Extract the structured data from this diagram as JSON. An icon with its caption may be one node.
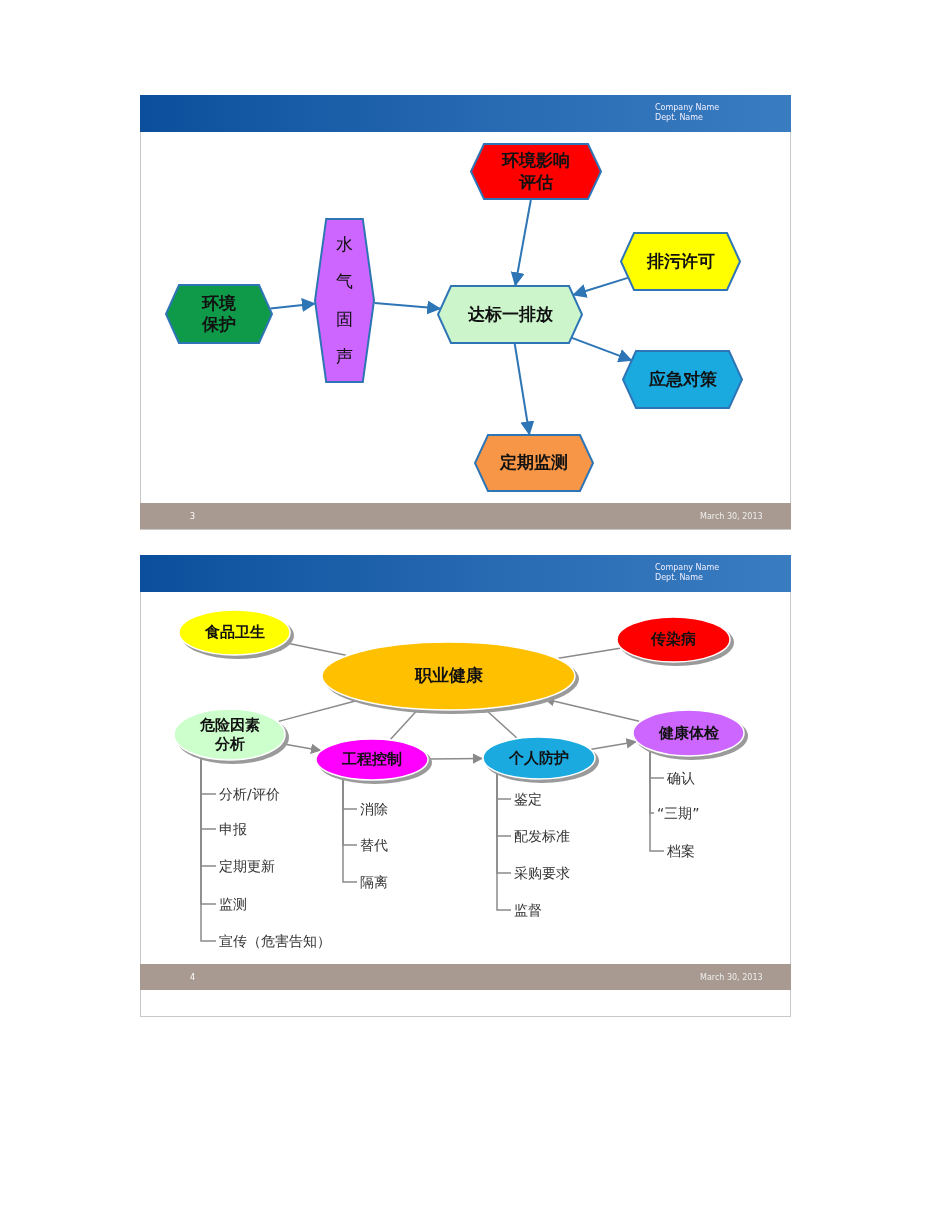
{
  "diagram": {
    "nodes": [
      {
        "text": [
          "环境保护"
        ]
      },
      {
        "text": [
          "水气固声"
        ]
      },
      {
        "text": [
          "达标一排放"
        ]
      },
      {
        "text": [
          "环境影响评估"
        ]
      },
      {
        "text": [
          "排污许可"
        ]
      },
      {
        "text": [
          "应急对策"
        ]
      },
      {
        "text": [
          "定期监测"
        ]
      },
      {
        "text": [
          "职业健康"
        ]
      },
      {
        "text": [
          "食品卫生"
        ]
      },
      {
        "text": [
          "传染病"
        ]
      },
      {
        "text": [
          "危险因素分析"
        ]
      },
      {
        "text": [
          "工程控制"
        ]
      },
      {
        "text": [
          "个人防护"
        ]
      },
      {
        "text": [
          "健康体检"
        ]
      },
      {
        "text": [
          "分析/评价"
        ]
      },
      {
        "text": [
          "申报"
        ]
      },
      {
        "text": [
          "定期更新"
        ]
      },
      {
        "text": [
          "监测"
        ]
      },
      {
        "text": [
          "宣传（危害告知）"
        ]
      },
      {
        "text": [
          "消除"
        ]
      },
      {
        "text": [
          "替代"
        ]
      },
      {
        "text": [
          "隔离"
        ]
      },
      {
        "text": [
          "鉴定"
        ]
      },
      {
        "text": [
          "配发标准"
        ]
      },
      {
        "text": [
          "采购要求"
        ]
      },
      {
        "text": [
          "监督"
        ]
      },
      {
        "text": [
          "确认"
        ]
      },
      {
        "text": [
          "“三期”"
        ]
      },
      {
        "text": [
          "档案"
        ]
      }
    ],
    "edges": [
      {
        "from": 0,
        "to": 1,
        "arrow": "to",
        "color": "#2e75b6"
      },
      {
        "from": 1,
        "to": 2,
        "arrow": "to",
        "color": "#2e75b6"
      },
      {
        "from": 3,
        "to": 2,
        "arrow": "to",
        "color": "#2e75b6"
      },
      {
        "from": 4,
        "to": 2,
        "arrow": "to",
        "color": "#2e75b6"
      },
      {
        "from": 2,
        "to": 5,
        "arrow": "to",
        "color": "#2e75b6"
      },
      {
        "from": 2,
        "to": 6,
        "arrow": "to",
        "color": "#2e75b6"
      },
      {
        "from": 8,
        "to": 7,
        "arrow": "none"
      },
      {
        "from": 9,
        "to": 7,
        "arrow": "none"
      },
      {
        "from": 10,
        "to": 7,
        "arrow": "none"
      },
      {
        "from": 11,
        "to": 7,
        "arrow": "none"
      },
      {
        "from": 12,
        "to": 7,
        "arrow": "none"
      },
      {
        "from": 13,
        "to": 7,
        "arrow": "to"
      },
      {
        "from": 10,
        "to": 11,
        "arrow": "to"
      },
      {
        "from": 11,
        "to": 12,
        "arrow": "to"
      },
      {
        "from": 12,
        "to": 13,
        "arrow": "to"
      },
      {
        "from": 10,
        "to": 14,
        "arrow": "none"
      },
      {
        "from": 10,
        "to": 15,
        "arrow": "none"
      },
      {
        "from": 10,
        "to": 16,
        "arrow": "none"
      },
      {
        "from": 10,
        "to": 17,
        "arrow": "none"
      },
      {
        "from": 10,
        "to": 18,
        "arrow": "none"
      },
      {
        "from": 11,
        "to": 19,
        "arrow": "none"
      },
      {
        "from": 11,
        "to": 20,
        "arrow": "none"
      },
      {
        "from": 11,
        "to": 21,
        "arrow": "none"
      },
      {
        "from": 12,
        "to": 22,
        "arrow": "none"
      },
      {
        "from": 12,
        "to": 23,
        "arrow": "none"
      },
      {
        "from": 12,
        "to": 24,
        "arrow": "none"
      },
      {
        "from": 12,
        "to": 25,
        "arrow": "none"
      },
      {
        "from": 13,
        "to": 26,
        "arrow": "none"
      },
      {
        "from": 13,
        "to": 27,
        "arrow": "none"
      },
      {
        "from": 13,
        "to": 28,
        "arrow": "none"
      }
    ],
    "labels": [
      "Company Name",
      "Dept. Name",
      "3",
      "March 30, 2013",
      "Company Name",
      "Dept. Name",
      "4",
      "March 30, 2013"
    ]
  }
}
